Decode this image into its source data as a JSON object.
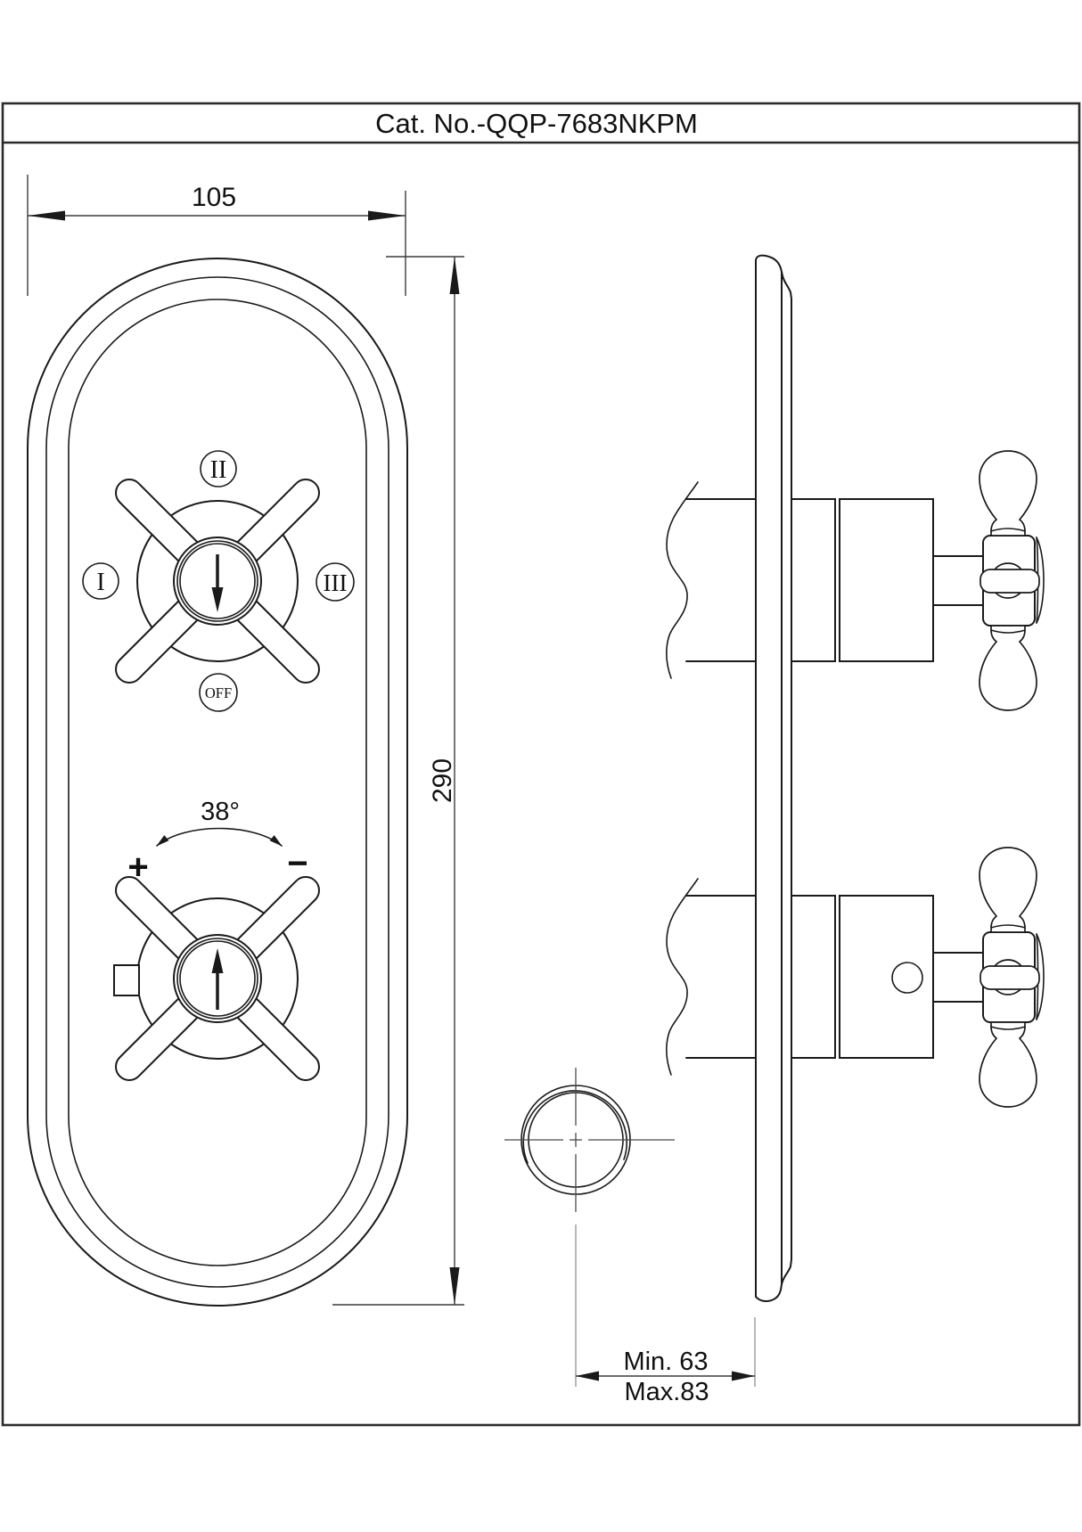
{
  "sheet": {
    "title": "Cat. No.-QQP-7683NKPM",
    "background": "#ffffff",
    "line_color": "#1a1a1a"
  },
  "front_view": {
    "width_dim": "105",
    "height_dim": "290",
    "diverter_handle": {
      "position_top": "II",
      "position_left": "I",
      "position_right": "III",
      "position_off": "OFF",
      "pointer": "down-arrow"
    },
    "temp_handle": {
      "angle": "38°",
      "plus": "+",
      "minus": "−",
      "pointer": "up-arrow"
    }
  },
  "side_view": {
    "depth_min": "Min. 63",
    "depth_max": "Max.83"
  }
}
